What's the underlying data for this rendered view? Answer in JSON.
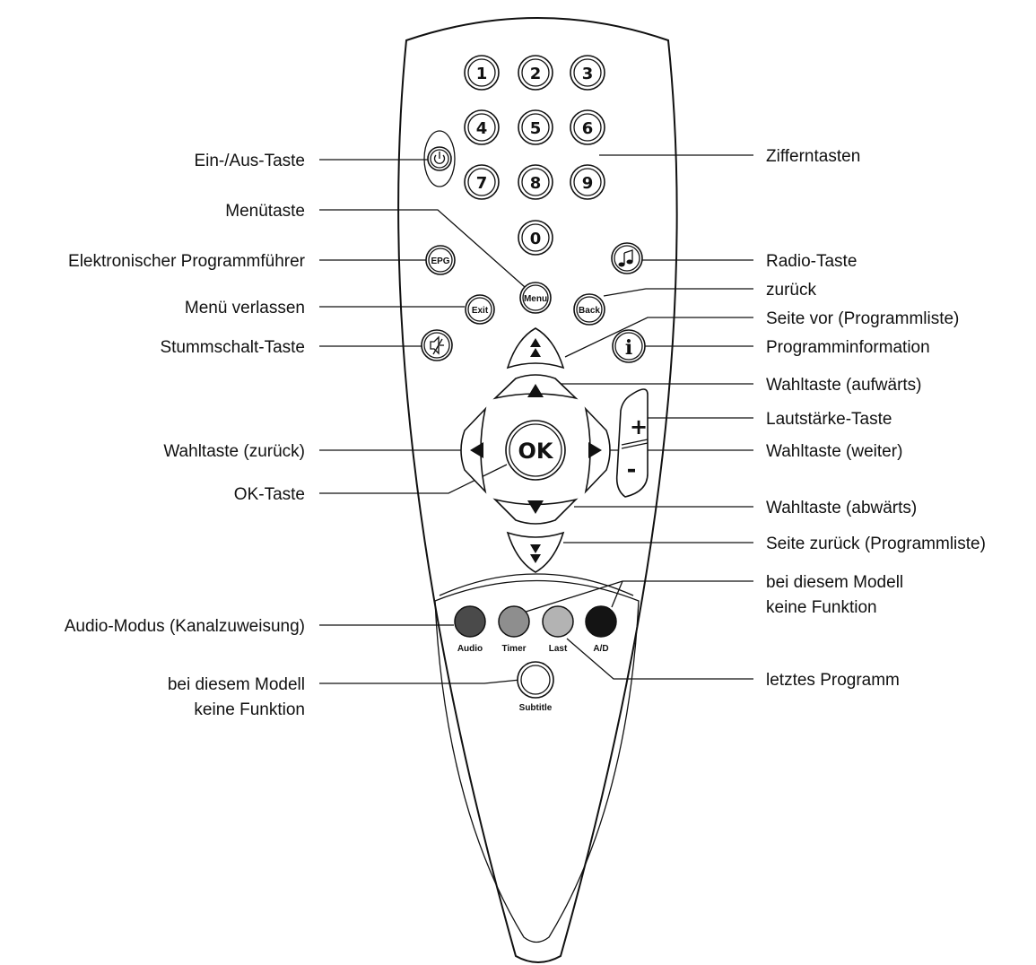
{
  "buttons": {
    "digits": [
      "1",
      "2",
      "3",
      "4",
      "5",
      "6",
      "7",
      "8",
      "9",
      "0"
    ],
    "epg": "EPG",
    "menu": "Menu",
    "exit": "Exit",
    "back": "Back",
    "ok": "OK",
    "info": "i",
    "plus": "+",
    "minus": "-",
    "audio": "Audio",
    "timer": "Timer",
    "last": "Last",
    "ad": "A/D",
    "subtitle": "Subtitle"
  },
  "colors": {
    "audio": "#4a4a4a",
    "timer": "#8e8e8e",
    "last": "#b3b3b3",
    "ad": "#141414"
  },
  "icons": {
    "power": "power-icon",
    "radio": "music-note-icon",
    "mute": "mute-icon",
    "page_up": "double-up-arrow-icon",
    "page_down": "double-down-arrow-icon"
  },
  "labels_left": {
    "power": "Ein-/Aus-Taste",
    "menu": "Menütaste",
    "epg": "Elektronischer Programmführer",
    "exit": "Menü verlassen",
    "mute": "Stummschalt-Taste",
    "left": "Wahltaste (zurück)",
    "ok": "OK-Taste",
    "audio": "Audio-Modus (Kanalzuweisung)",
    "subtitle_1": "bei diesem Modell",
    "subtitle_2": "keine Funktion"
  },
  "labels_right": {
    "digits": "Zifferntasten",
    "radio": "Radio-Taste",
    "back": "zurück",
    "page_up": "Seite vor (Programmliste)",
    "info": "Programminformation",
    "up": "Wahltaste (aufwärts)",
    "volume": "Lautstärke-Taste",
    "right": "Wahltaste (weiter)",
    "down": "Wahltaste (abwärts)",
    "page_down": "Seite zurück (Programmliste)",
    "nofunc_1": "bei diesem Modell",
    "nofunc_2": "keine Funktion",
    "last": "letztes Programm"
  }
}
